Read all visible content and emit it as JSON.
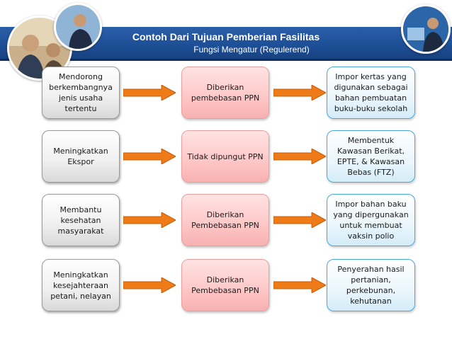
{
  "header": {
    "title": "Contoh Dari Tujuan Pemberian  Fasilitas",
    "subtitle": "Fungsi Mengatur (Regulerend)"
  },
  "colors": {
    "header_band": "#1d4f96",
    "arrow_fill": "#ee7a18",
    "goal_box_border": "#9a9a9a",
    "facility_box_fill": "#ffc9c9",
    "example_box_border": "#49a7dc"
  },
  "rows": [
    {
      "goal": "Mendorong berkembangnya jenis usaha tertentu",
      "facility": "Diberikan pembebasan PPN",
      "example": "Impor kertas yang digunakan sebagai bahan pembuatan buku-buku sekolah"
    },
    {
      "goal": "Meningkatkan Ekspor",
      "facility": "Tidak dipungut PPN",
      "example": "Membentuk Kawasan Berikat, EPTE, & Kawasan Bebas (FTZ)"
    },
    {
      "goal": "Membantu kesehatan masyarakat",
      "facility": "Diberikan Pembebasan PPN",
      "example": "Impor bahan baku yang dipergunakan untuk membuat vaksin polio"
    },
    {
      "goal": "Meningkatkan kesejahteraan petani, nelayan",
      "facility": "Diberikan Pembebasan PPN",
      "example": "Penyerahan hasil pertanian, perkebunan, kehutanan"
    }
  ]
}
